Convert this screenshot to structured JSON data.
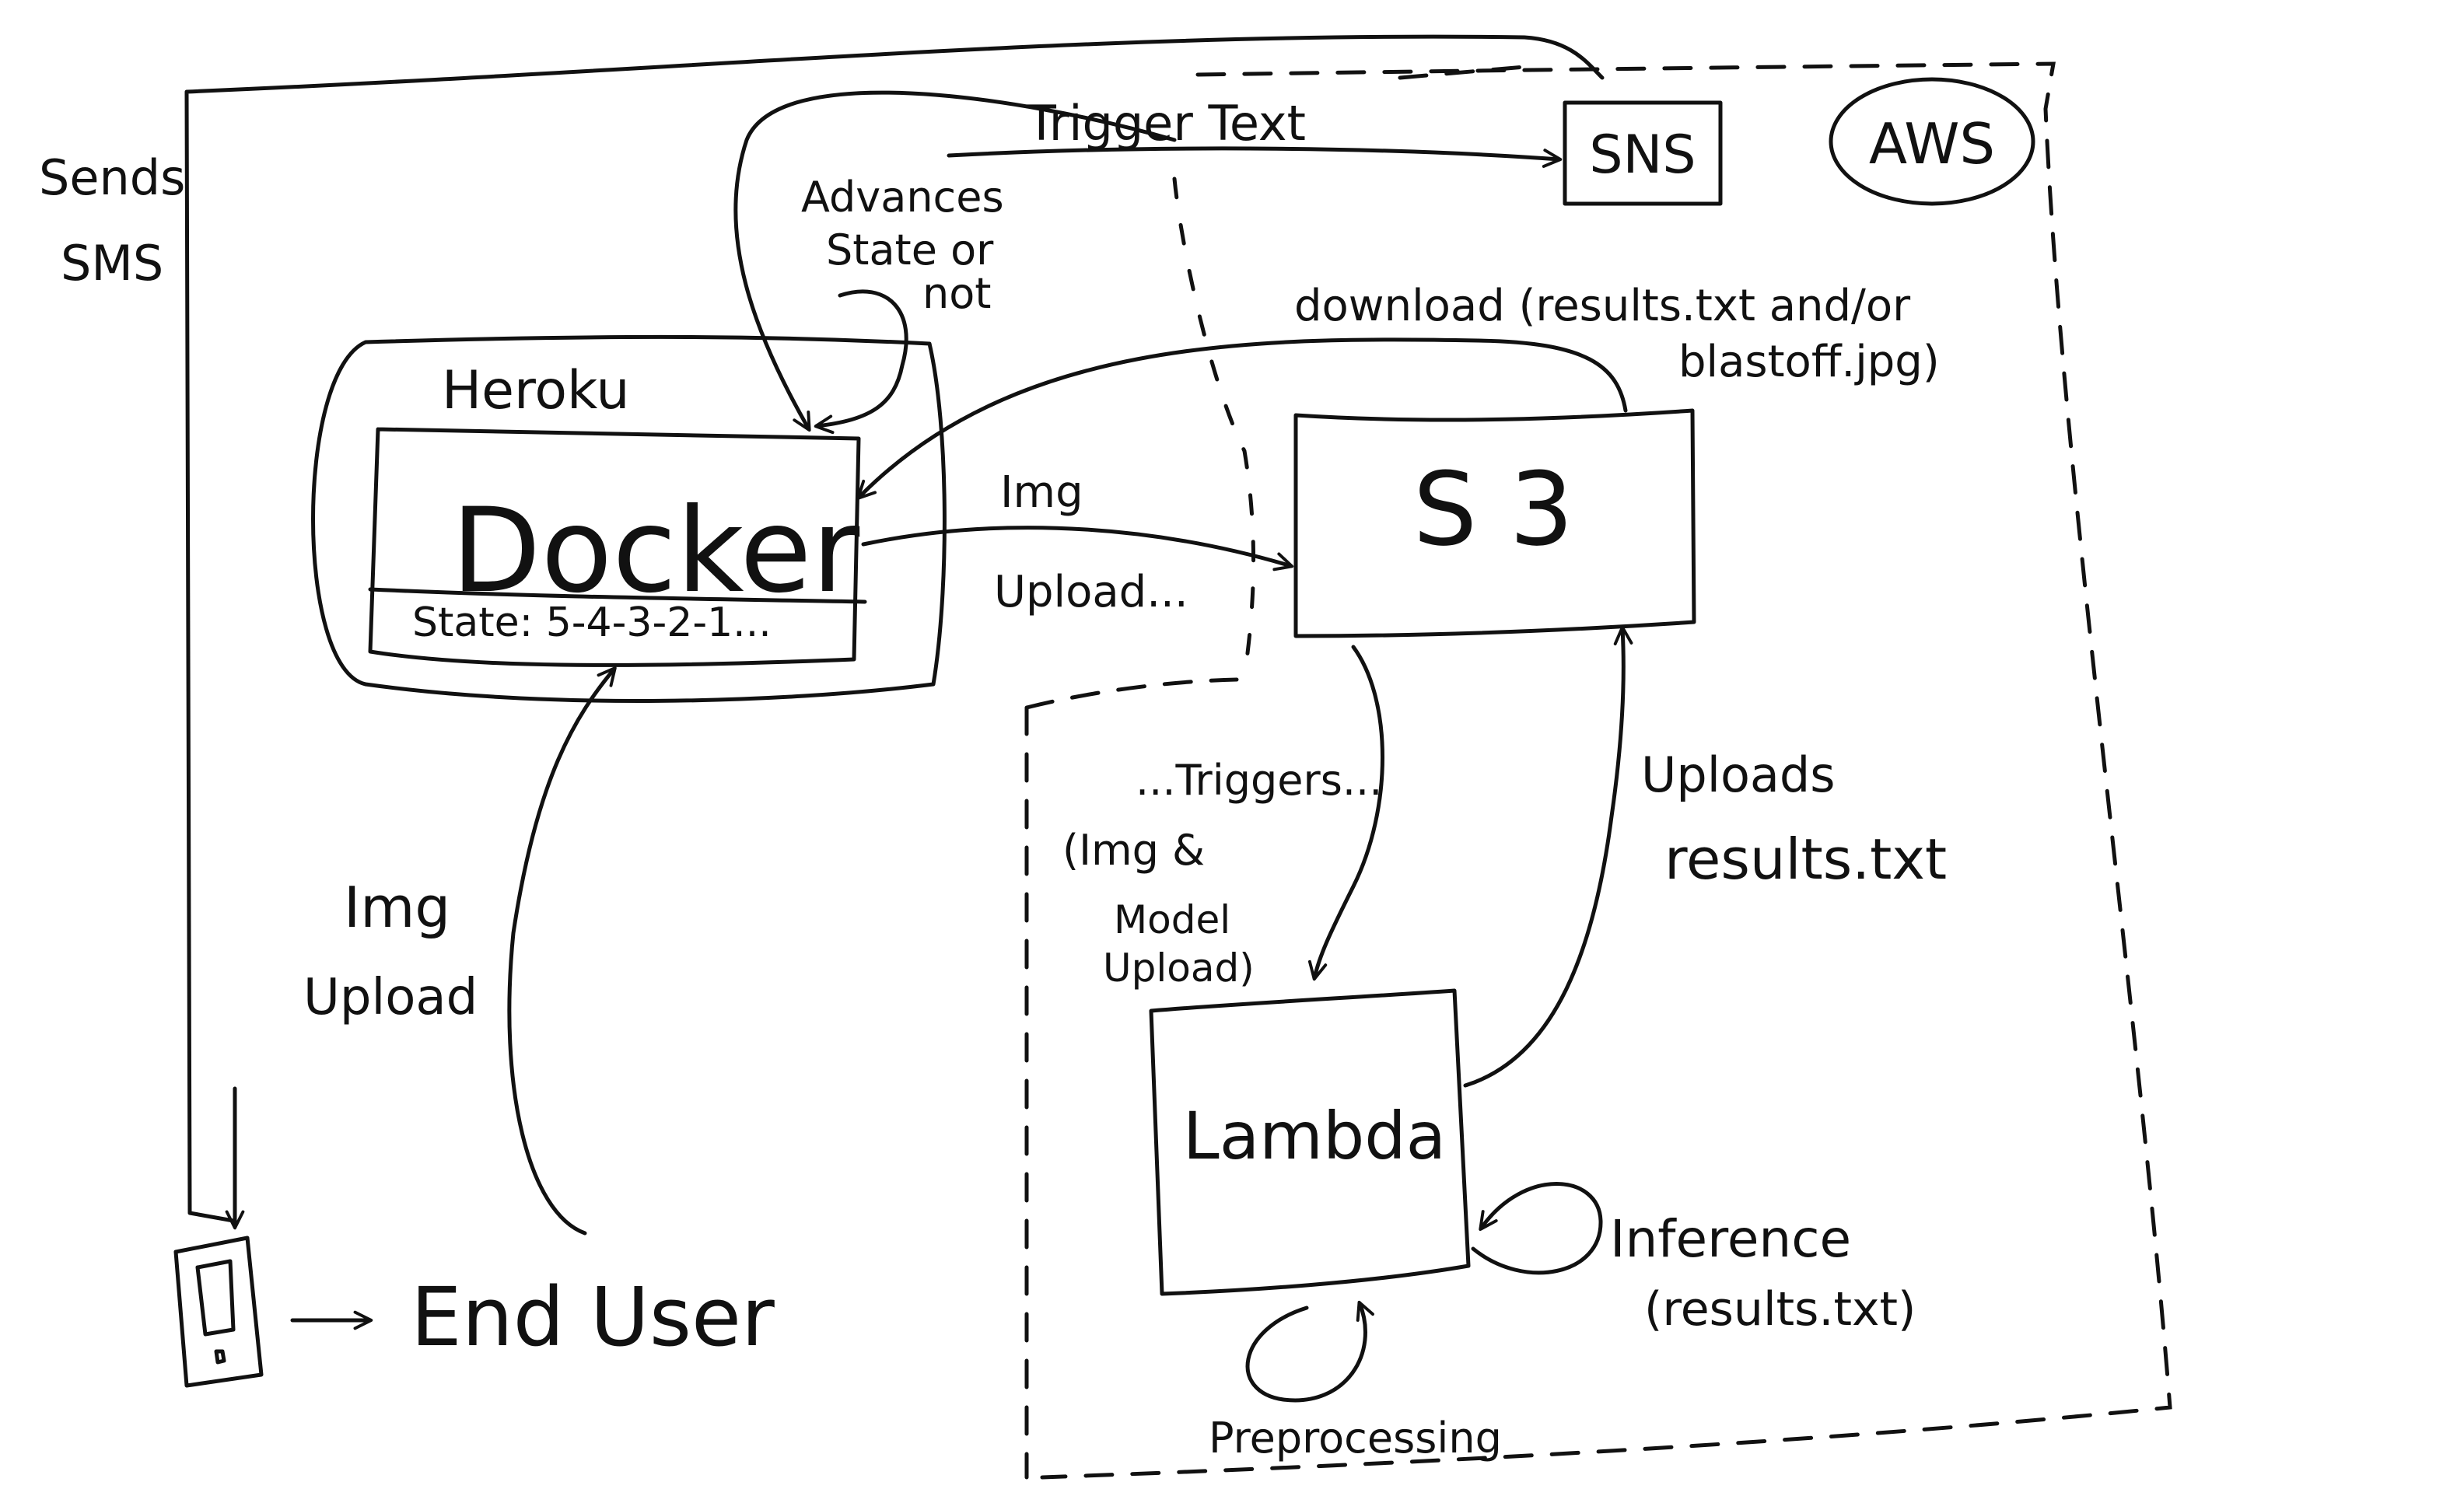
{
  "diagram": {
    "aws_label": "AWS",
    "sns_label": "SNS",
    "sends_sms": [
      "Sends",
      "SMS"
    ],
    "trigger_text": "Trigger Text",
    "advances_state": [
      "Advances",
      "State or",
      "not"
    ],
    "heroku_label": "Heroku",
    "docker_label": "Docker",
    "state_label": "State: 5-4-3-2-1...",
    "img_upload_short": [
      "Img",
      "Upload..."
    ],
    "download_label": [
      "download (results.txt and/or",
      "blastoff.jpg)"
    ],
    "s3_label": "S 3",
    "triggers_label": "...Triggers...",
    "triggers_detail": [
      "(Img &",
      "Model",
      "Upload)"
    ],
    "uploads_results": [
      "Uploads",
      "results.txt"
    ],
    "img_upload_user": [
      "Img",
      "Upload"
    ],
    "lambda_label": "Lambda",
    "inference_label": [
      "Inference",
      "(results.txt)"
    ],
    "preprocessing_label": "Preprocessing",
    "end_user_label": "End User"
  }
}
